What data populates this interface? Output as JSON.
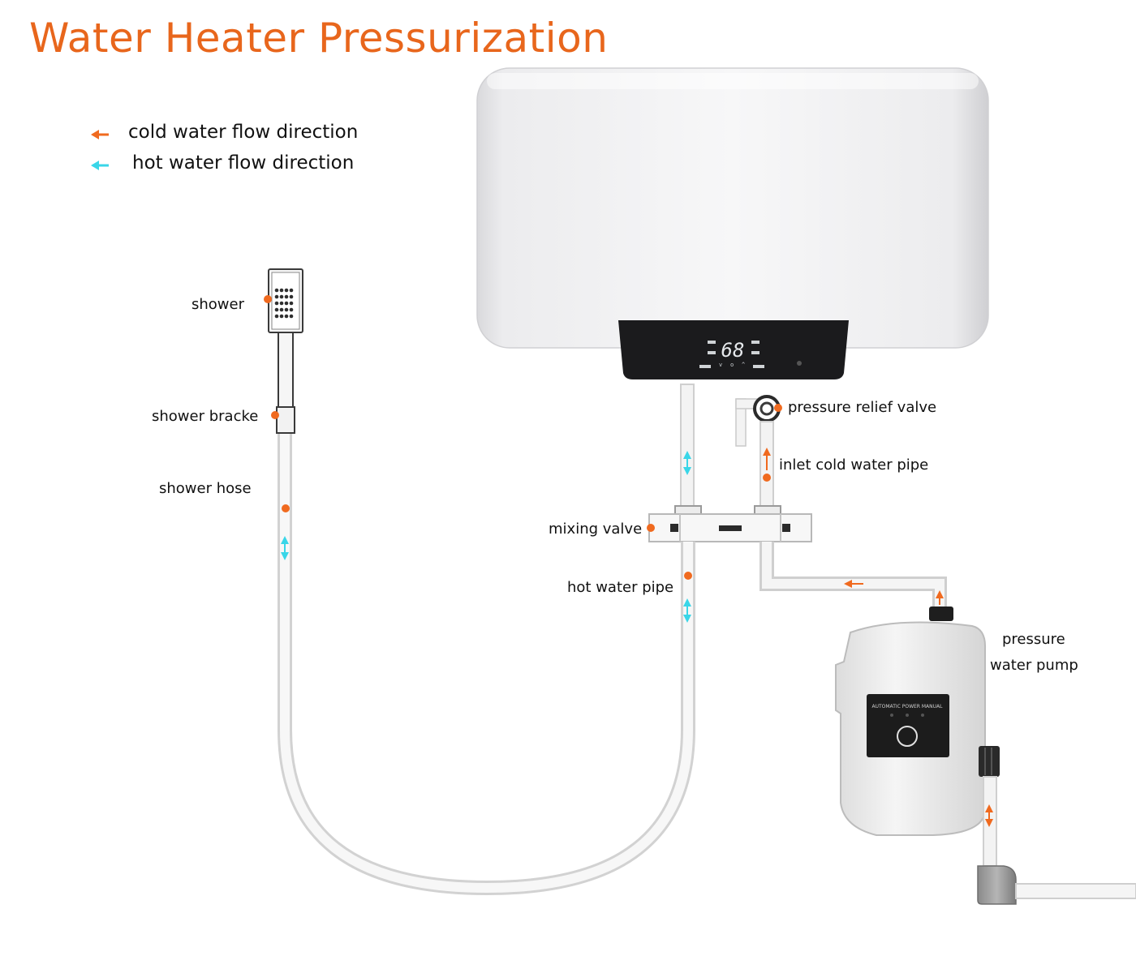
{
  "title": "Water Heater Pressurization",
  "legend": {
    "cold": "cold water flow direction",
    "hot": "hot water flow direction"
  },
  "labels": {
    "shower": "shower",
    "shower_bracket": "shower bracke",
    "shower_hose": "shower hose",
    "pressure_relief_valve": "pressure relief valve",
    "inlet_cold_water_pipe": "inlet cold water pipe",
    "mixing_valve": "mixing valve",
    "hot_water_pipe": "hot water pipe",
    "pressure_water_pump_line1": "pressure",
    "pressure_water_pump_line2": "water pump"
  },
  "heater_display": {
    "temperature": "68"
  },
  "pump_panel": {
    "modes": "AUTOMATIC POWER MANUAL"
  },
  "colors": {
    "title": "#e8661c",
    "cold_flow": "#f06a1f",
    "hot_flow": "#39d6e8",
    "marker": "#f06a1f"
  }
}
